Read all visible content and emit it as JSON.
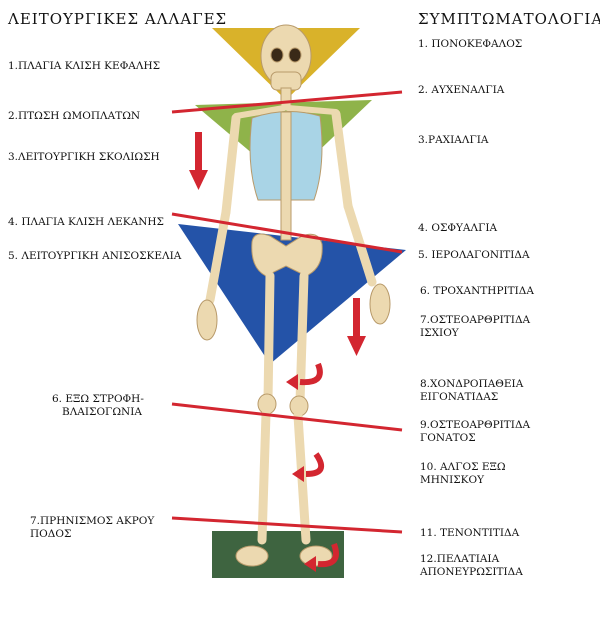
{
  "headings": {
    "left": "ΛΕΙΤΟΥΡΓΙΚΕΣ ΑΛΛΑΓΕΣ",
    "right": "ΣΥΜΠΤΩΜΑΤΟΛΟΓΙΑ"
  },
  "changes": [
    {
      "lines": [
        "1.ΠΛΑΓΙΑ ΚΛΙΣΗ ΚΕΦΑΛΗΣ"
      ]
    },
    {
      "lines": [
        "2.ΠΤΩΣΗ ΩΜΟΠΛΑΤΩΝ"
      ]
    },
    {
      "lines": [
        "3.ΛΕΙΤΟΥΡΓΙΚΗ ΣΚΟΛΙΩΣΗ"
      ]
    },
    {
      "lines": [
        "4. ΠΛΑΓΙΑ ΚΛΙΣΗ ΛΕΚΑΝΗΣ"
      ]
    },
    {
      "lines": [
        "5. ΛΕΙΤΟΥΡΓΙΚΗ ΑΝΙΣΟΣΚΕΛΙΑ"
      ]
    },
    {
      "lines": [
        "6. ΕΞΩ ΣΤΡΟΦΗ-",
        "ΒΛΑΙΣΟΓΩΝΙΑ"
      ]
    },
    {
      "lines": [
        "7.ΠΡΗΝΙΣΜΟΣ ΑΚΡΟΥ",
        "ΠΟΔΟΣ"
      ]
    }
  ],
  "symptoms": [
    {
      "lines": [
        "1. ΠΟΝΟΚΕΦΑΛΟΣ"
      ]
    },
    {
      "lines": [
        "2. ΑΥΧΕΝΑΛΓΙΑ"
      ]
    },
    {
      "lines": [
        "3.ΡΑΧΙΑΛΓΙΑ"
      ]
    },
    {
      "lines": [
        "4. ΟΣΦΥΑΛΓΙΑ"
      ]
    },
    {
      "lines": [
        "5. ΙΕΡΟΛΑΓΟΝΙΤΙΔΑ"
      ]
    },
    {
      "lines": [
        "6. ΤΡΟΧΑΝΤΗΡΙΤΙΔΑ"
      ]
    },
    {
      "lines": [
        "7.ΟΣΤΕΟΑΡΘΡΙΤΙΔΑ",
        "ΙΣΧΙΟΥ"
      ]
    },
    {
      "lines": [
        "8.ΧΟΝΔΡΟΠΑΘΕΙΑ",
        "ΕΙΓΟΝΑΤΙΔΑΣ"
      ]
    },
    {
      "lines": [
        "9.ΟΣΤΕΟΑΡΘΡΙΤΙΔΑ",
        "ΓΟΝΑΤΟΣ"
      ]
    },
    {
      "lines": [
        "10. ΑΛΓΟΣ ΕΞΩ",
        "ΜΗΝΙΣΚΟΥ"
      ]
    },
    {
      "lines": [
        "11. ΤΕΝΟΝΤΙΤΙΔΑ"
      ]
    },
    {
      "lines": [
        "12.ΠΕΛΑΤΙΑΙΑ",
        "ΑΠΟΝΕΥΡΩΣΙΤΙΔΑ"
      ]
    }
  ],
  "colors": {
    "head_triangle": "#d9b22a",
    "shoulder_triangle": "#8fb34a",
    "pelvis_triangle": "#2453a8",
    "floor_block": "#3e6440",
    "tilt_line": "#d32630",
    "arrow": "#d32630",
    "bone": "#ecd9b0",
    "bone_shadow": "#b89a6a",
    "ribcage": "#a9d4e6"
  }
}
